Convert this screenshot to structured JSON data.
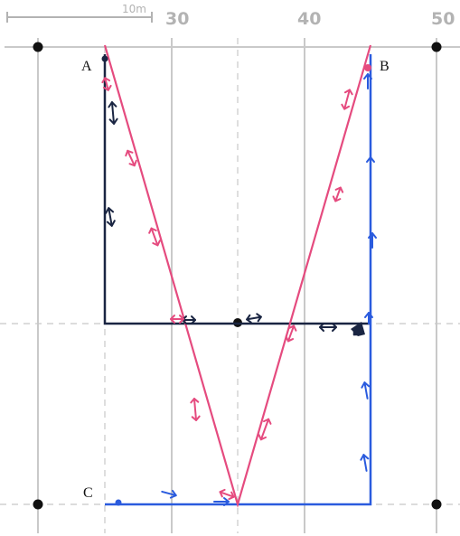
{
  "scale": {
    "label": "10m"
  },
  "x_axis": {
    "ticks": [
      "30",
      "40",
      "50"
    ]
  },
  "points": [
    {
      "id": "A",
      "label": "A"
    },
    {
      "id": "B",
      "label": "B"
    },
    {
      "id": "C",
      "label": "C"
    }
  ],
  "colors": {
    "pink": "#e54b7f",
    "navy": "#1a2542",
    "blue": "#2a5bde",
    "grid": "#c9c9c9",
    "dashed": "#c8c8c8",
    "label": "#b3b3b3",
    "dot": "#111111"
  },
  "icons": [
    "double-arrow-icon",
    "direction-arrow-icon"
  ]
}
